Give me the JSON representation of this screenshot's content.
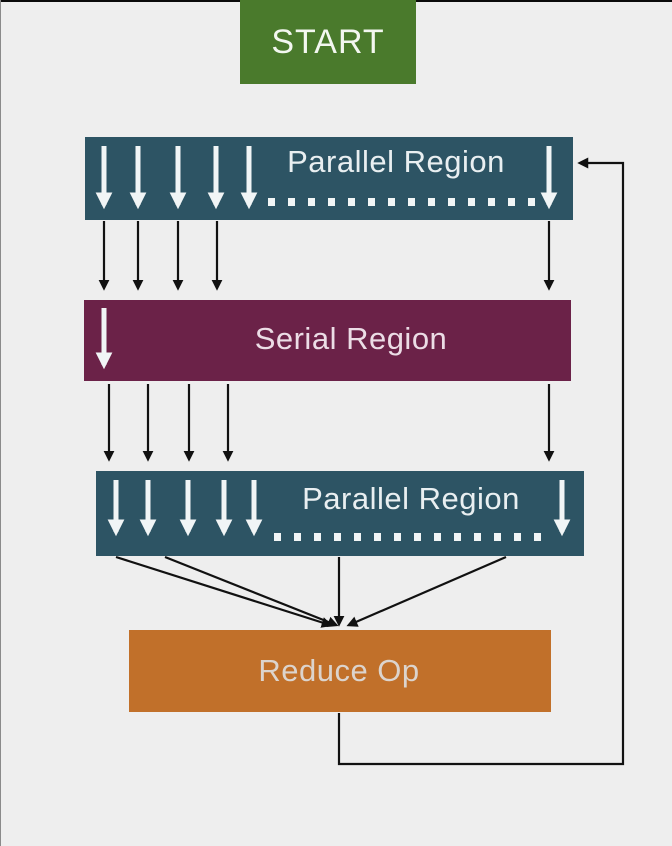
{
  "diagram": {
    "nodes": {
      "start": {
        "label": "START",
        "color": "#4a7a2c"
      },
      "parallel_region_top": {
        "label": "Parallel Region",
        "color": "#2d5464"
      },
      "serial_region": {
        "label": "Serial Region",
        "color": "#6b2248"
      },
      "parallel_region_bottom": {
        "label": "Parallel Region",
        "color": "#2d5464"
      },
      "reduce_op": {
        "label": "Reduce Op",
        "color": "#c1702a"
      }
    },
    "colors": {
      "background": "#eeeeee",
      "flow_arrow": "#111111",
      "thread_arrow": "#f1f5f6"
    }
  }
}
